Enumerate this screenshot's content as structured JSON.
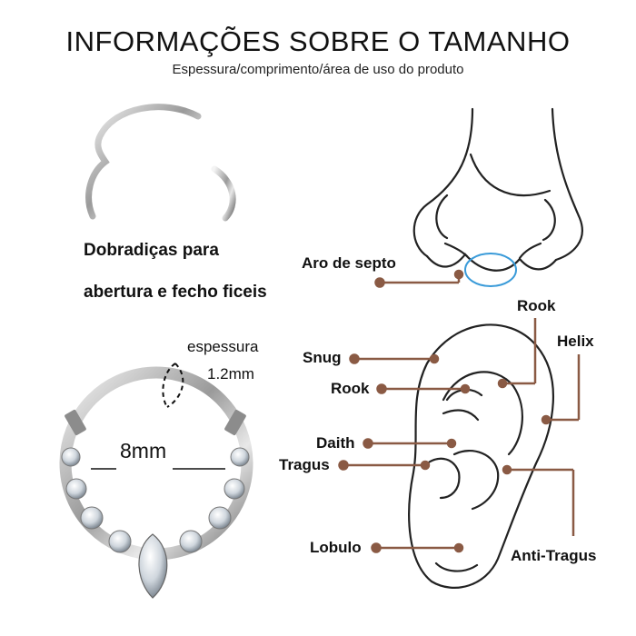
{
  "header": {
    "title": "INFORMAÇÕES SOBRE O TAMANHO",
    "subtitle": "Espessura/comprimento/área de uso do produto"
  },
  "hinge": {
    "line1": "Dobradiças para",
    "line2": "abertura e fecho ficeis"
  },
  "specs": {
    "thickness_label": "espessura",
    "thickness_value": "1.2mm",
    "diameter": "8mm"
  },
  "piercings": {
    "septum": "Aro de septo",
    "rook_top": "Rook",
    "helix": "Helix",
    "snug": "Snug",
    "rook": "Rook",
    "daith": "Daith",
    "tragus": "Tragus",
    "lobulo": "Lobulo",
    "anti_tragus": "Anti-Tragus"
  },
  "colors": {
    "leader": "#8a5a44",
    "septum_ring": "#3a9bd9",
    "outline": "#222222"
  }
}
